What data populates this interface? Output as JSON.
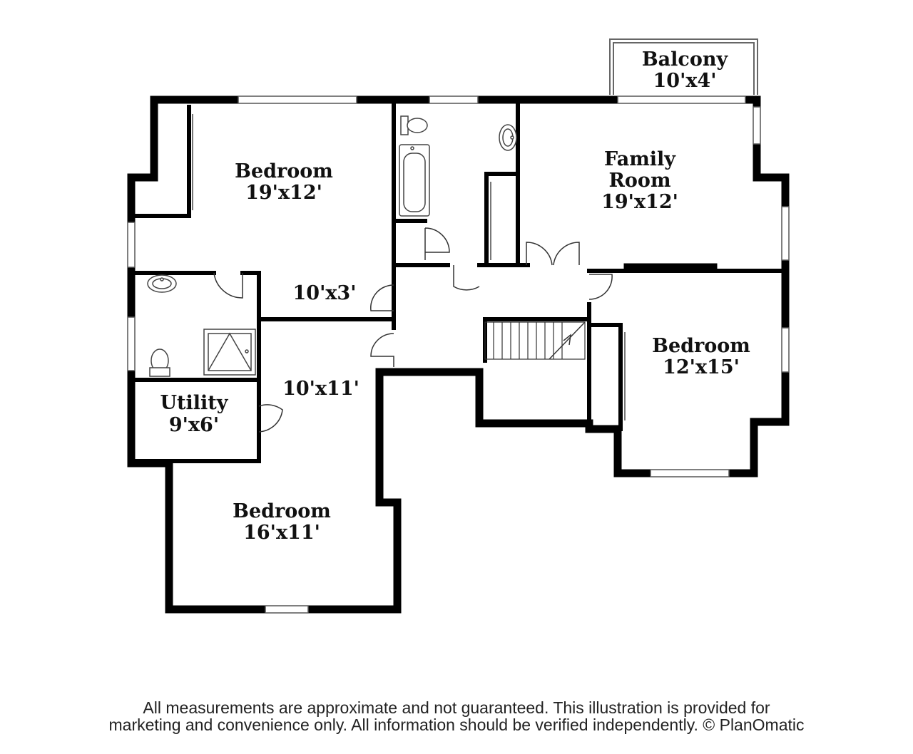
{
  "plan": {
    "rooms": {
      "balcony": {
        "name": "Balcony",
        "dims": "10'x4'"
      },
      "bedroom_nw": {
        "name": "Bedroom",
        "dims": "19'x12'"
      },
      "family_room": {
        "name_line1": "Family",
        "name_line2": "Room",
        "dims": "19'x12'"
      },
      "hall_upper": {
        "dims": "10'x3'"
      },
      "bedroom_east": {
        "name": "Bedroom",
        "dims": "12'x15'"
      },
      "hall_lower": {
        "dims": "10'x11'"
      },
      "utility": {
        "name": "Utility",
        "dims": "9'x6'"
      },
      "bedroom_south": {
        "name": "Bedroom",
        "dims": "16'x11'"
      }
    }
  },
  "disclaimer": {
    "line1": "All measurements are approximate and not guaranteed. This illustration is provided for",
    "line2": "marketing and convenience only. All information should be verified independently. © PlanOmatic"
  }
}
